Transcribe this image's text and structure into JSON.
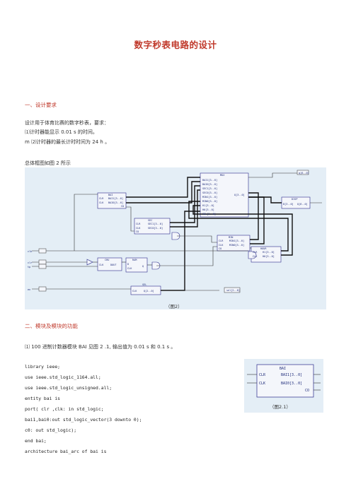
{
  "doc": {
    "title": "数字秒表电路的设计",
    "section1": {
      "heading": "一、设计要求"
    },
    "para1": "设计用于体育比赛的数字秒表，要求：",
    "para2": "⑴计时器能显示  0.01 s 的时间。",
    "para3": "m ⑵计时器的最长计时时间为  24 h 。",
    "para4": "总体框图如图 2 所示",
    "fig2_caption": "（图2）",
    "section2": {
      "heading": "二、模块及模块的功能"
    },
    "para5": "⑴ 100 进制计数器模块 BAI 见图 2 .1,  输出值为  0.01 s 和 0.1 s 。",
    "fig21_caption": "（图2.1）",
    "code": [
      "library ieee;",
      "use ieee.std_logic_1164.all;",
      "use ieee.std_logic_unsigned.all;",
      "entity bai is",
      "port( clr ,clk: in std_logic;",
      "bai1,bai0:out std_logic_vector(3 downto 0);",
      "c0: out std_logic);",
      "end bai;",
      "architecture bai_arc of bai is"
    ]
  },
  "diagram": {
    "blocks": {
      "bai": {
        "name": "BAI",
        "ports": [
          "CLR",
          "BAI1[3..0]",
          "CLK",
          "BAI0[3..0]",
          "CO"
        ]
      },
      "mux": {
        "name": "MUX",
        "ports": [
          "BAI1[3..0]",
          "BAI0[3..0]",
          "SEC1[3..0]",
          "SEC0[3..0]",
          "MIN1[3..0]",
          "MIN0[3..0]",
          "H1[3..0]",
          "H0[3..0]",
          "SEL[2..0]",
          "Q[3..0]"
        ]
      },
      "disp": {
        "name": "DISP",
        "ports": [
          "D[3..0]",
          "Q[6..0]"
        ]
      },
      "sec": {
        "name": "SEC",
        "ports": [
          "CLR",
          "SEC1[3..0]",
          "CLK",
          "SEC0[3..0]",
          "CO"
        ]
      },
      "min": {
        "name": "MIN",
        "ports": [
          "CLR",
          "MIN1[3..0]",
          "CLK",
          "MIN0[3..0]",
          "CO"
        ]
      },
      "hour": {
        "name": "HOUR",
        "ports": [
          "CLR",
          "H1[3..0]",
          "CLK",
          "H0[3..0]"
        ]
      },
      "chu": {
        "name": "CHU",
        "ports": [
          "CLK",
          "DOUT"
        ]
      },
      "ram": {
        "name": "RAM",
        "ports": [
          "D",
          "CLK",
          "Q"
        ]
      },
      "sel": {
        "name": "SEL",
        "ports": [
          "CLK",
          "Q[2..0]"
        ]
      }
    },
    "pins": [
      "clk",
      "clr",
      "q[6..0]",
      "sel[2..0]",
      "tp",
      "en"
    ]
  },
  "small_diagram": {
    "name": "BAI",
    "ports": [
      "CLR",
      "BAI1[3..0]",
      "CLK",
      "BAI0[3..0]",
      "CO"
    ]
  }
}
